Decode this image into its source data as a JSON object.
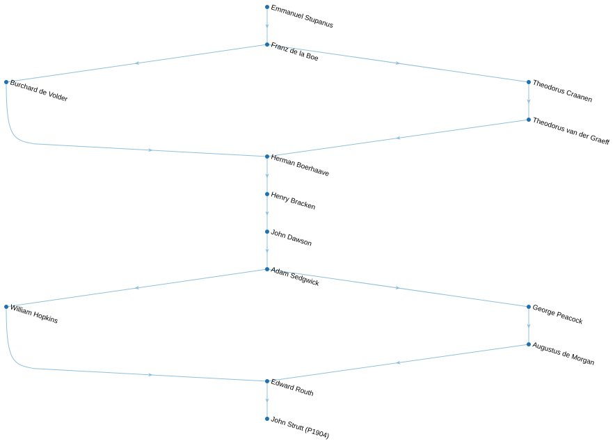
{
  "colors": {
    "edge": "#8fbfde",
    "arrow": "#8fbfde",
    "node": "#1f70b0",
    "label": "#000000",
    "background": "#ffffff"
  },
  "nodes": [
    {
      "id": "stupanus",
      "label": "Emmanuel Stupanus"
    },
    {
      "id": "deleboe",
      "label": "Franz de la Boe"
    },
    {
      "id": "devolder",
      "label": "Burchard de Volder"
    },
    {
      "id": "craanen",
      "label": "Theodorus Craanen"
    },
    {
      "id": "vandergraeff",
      "label": "Theodorus van der Graeff"
    },
    {
      "id": "boerhaave",
      "label": "Herman Boerhaave"
    },
    {
      "id": "bracken",
      "label": "Henry Bracken"
    },
    {
      "id": "dawson",
      "label": "John Dawson"
    },
    {
      "id": "sedgwick",
      "label": "Adam Sedgwick"
    },
    {
      "id": "hopkins",
      "label": "William Hopkins"
    },
    {
      "id": "peacock",
      "label": "George Peacock"
    },
    {
      "id": "demorgan",
      "label": "Augustus de Morgan"
    },
    {
      "id": "routh",
      "label": "Edward Routh"
    },
    {
      "id": "strutt",
      "label": "John Strutt (P1904)"
    }
  ],
  "edges": [
    {
      "from": "stupanus",
      "to": "deleboe"
    },
    {
      "from": "deleboe",
      "to": "devolder"
    },
    {
      "from": "deleboe",
      "to": "craanen"
    },
    {
      "from": "craanen",
      "to": "vandergraeff"
    },
    {
      "from": "devolder",
      "to": "boerhaave"
    },
    {
      "from": "vandergraeff",
      "to": "boerhaave"
    },
    {
      "from": "boerhaave",
      "to": "bracken"
    },
    {
      "from": "bracken",
      "to": "dawson"
    },
    {
      "from": "dawson",
      "to": "sedgwick"
    },
    {
      "from": "sedgwick",
      "to": "hopkins"
    },
    {
      "from": "sedgwick",
      "to": "peacock"
    },
    {
      "from": "peacock",
      "to": "demorgan"
    },
    {
      "from": "hopkins",
      "to": "routh"
    },
    {
      "from": "demorgan",
      "to": "routh"
    },
    {
      "from": "routh",
      "to": "strutt"
    }
  ]
}
